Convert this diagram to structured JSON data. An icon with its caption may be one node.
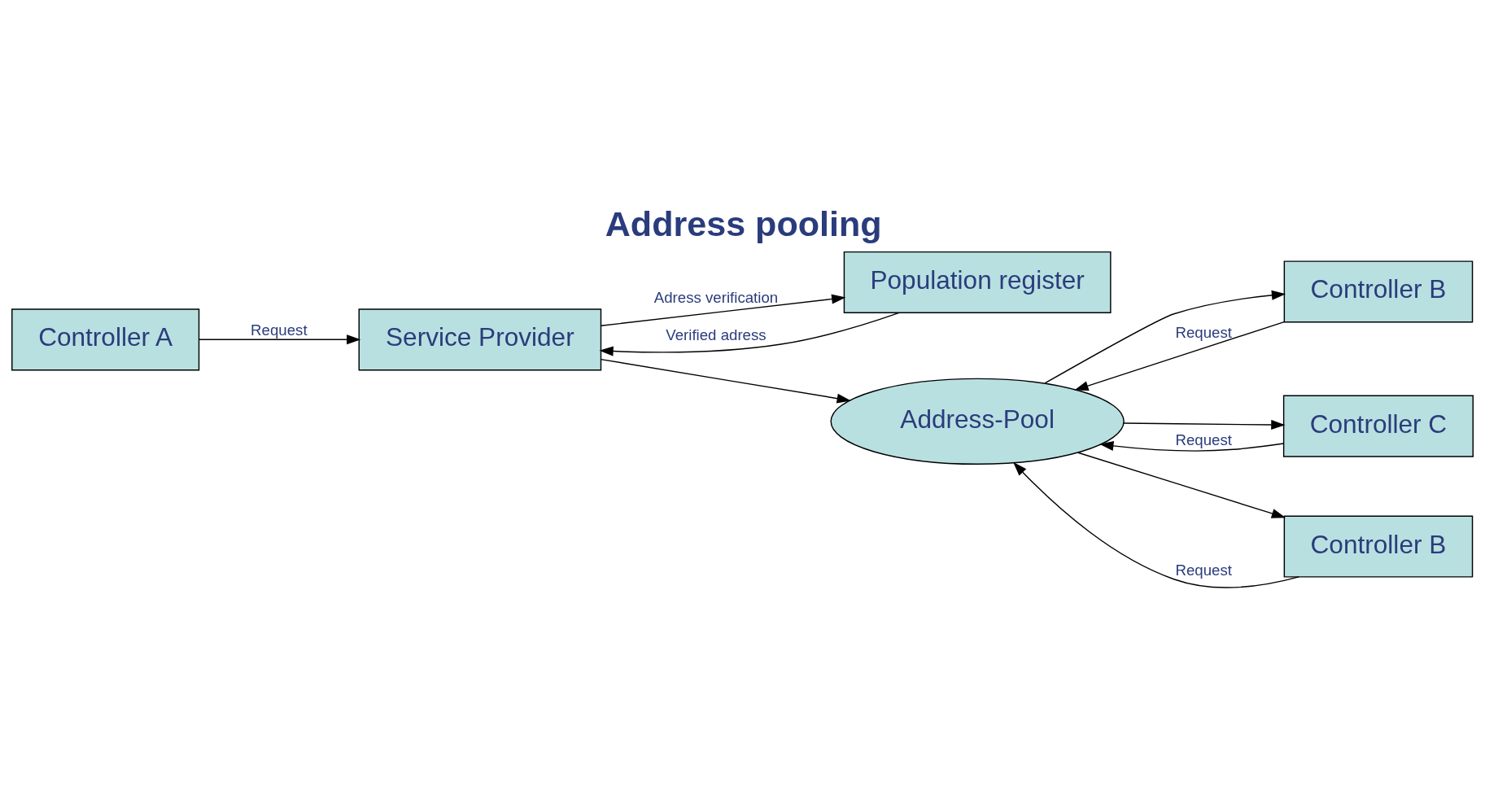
{
  "diagram": {
    "title": "Address pooling",
    "nodes": [
      {
        "text": [
          "Controller A"
        ]
      },
      {
        "text": [
          "Service Provider"
        ]
      },
      {
        "text": [
          "Population register"
        ]
      },
      {
        "text": [
          "Address-Pool"
        ]
      },
      {
        "text": [
          "Controller B"
        ]
      },
      {
        "text": [
          "Controller C"
        ]
      },
      {
        "text": [
          "Controller B"
        ]
      }
    ],
    "edges": [
      {
        "from": 0,
        "to": 1,
        "arrow": "to",
        "label": "Request"
      },
      {
        "from": 1,
        "to": 2,
        "arrow": "to",
        "label": "Adress verification"
      },
      {
        "from": 2,
        "to": 1,
        "arrow": "to",
        "label": "Verified adress"
      },
      {
        "from": 1,
        "to": 3,
        "arrow": "to"
      },
      {
        "from": 4,
        "to": 3,
        "arrow": "to",
        "label": "Request"
      },
      {
        "from": 3,
        "to": 4,
        "arrow": "to"
      },
      {
        "from": 5,
        "to": 3,
        "arrow": "to",
        "label": "Request"
      },
      {
        "from": 3,
        "to": 5,
        "arrow": "to"
      },
      {
        "from": 6,
        "to": 3,
        "arrow": "to",
        "label": "Request"
      },
      {
        "from": 3,
        "to": 6,
        "arrow": "to"
      }
    ]
  }
}
